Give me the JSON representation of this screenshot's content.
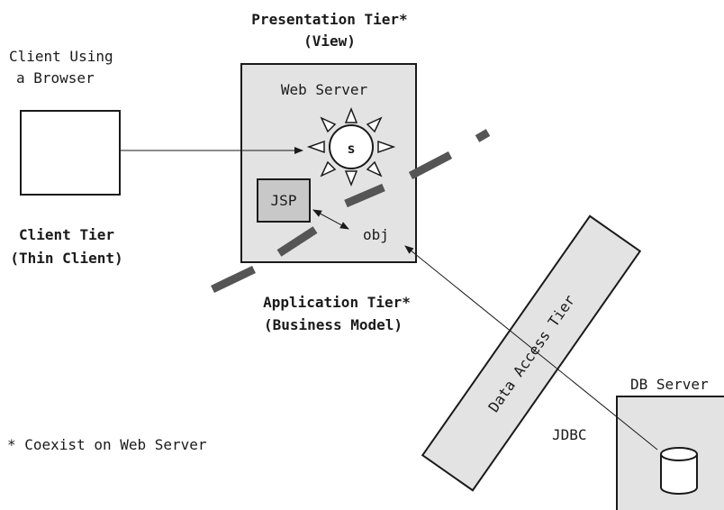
{
  "presentation_tier": {
    "line1": "Presentation Tier*",
    "line2": "(View)"
  },
  "client": {
    "line1": "Client Using",
    "line2": "a Browser"
  },
  "client_tier": {
    "line1": "Client Tier",
    "line2": "(Thin Client)"
  },
  "web_server": {
    "title": "Web Server",
    "servlet": "s",
    "jsp": "JSP",
    "obj": "obj"
  },
  "application_tier": {
    "line1": "Application Tier*",
    "line2": "(Business Model)"
  },
  "data_access_tier": {
    "label": "Data Access Tier"
  },
  "db_server": {
    "title": "DB Server"
  },
  "jdbc": "JDBC",
  "footnote": "* Coexist on Web Server",
  "colors": {
    "box_fill": "#e3e3e3",
    "jsp_fill": "#c8c8c8",
    "stroke": "#1a1a1a",
    "divider": "#555555"
  }
}
